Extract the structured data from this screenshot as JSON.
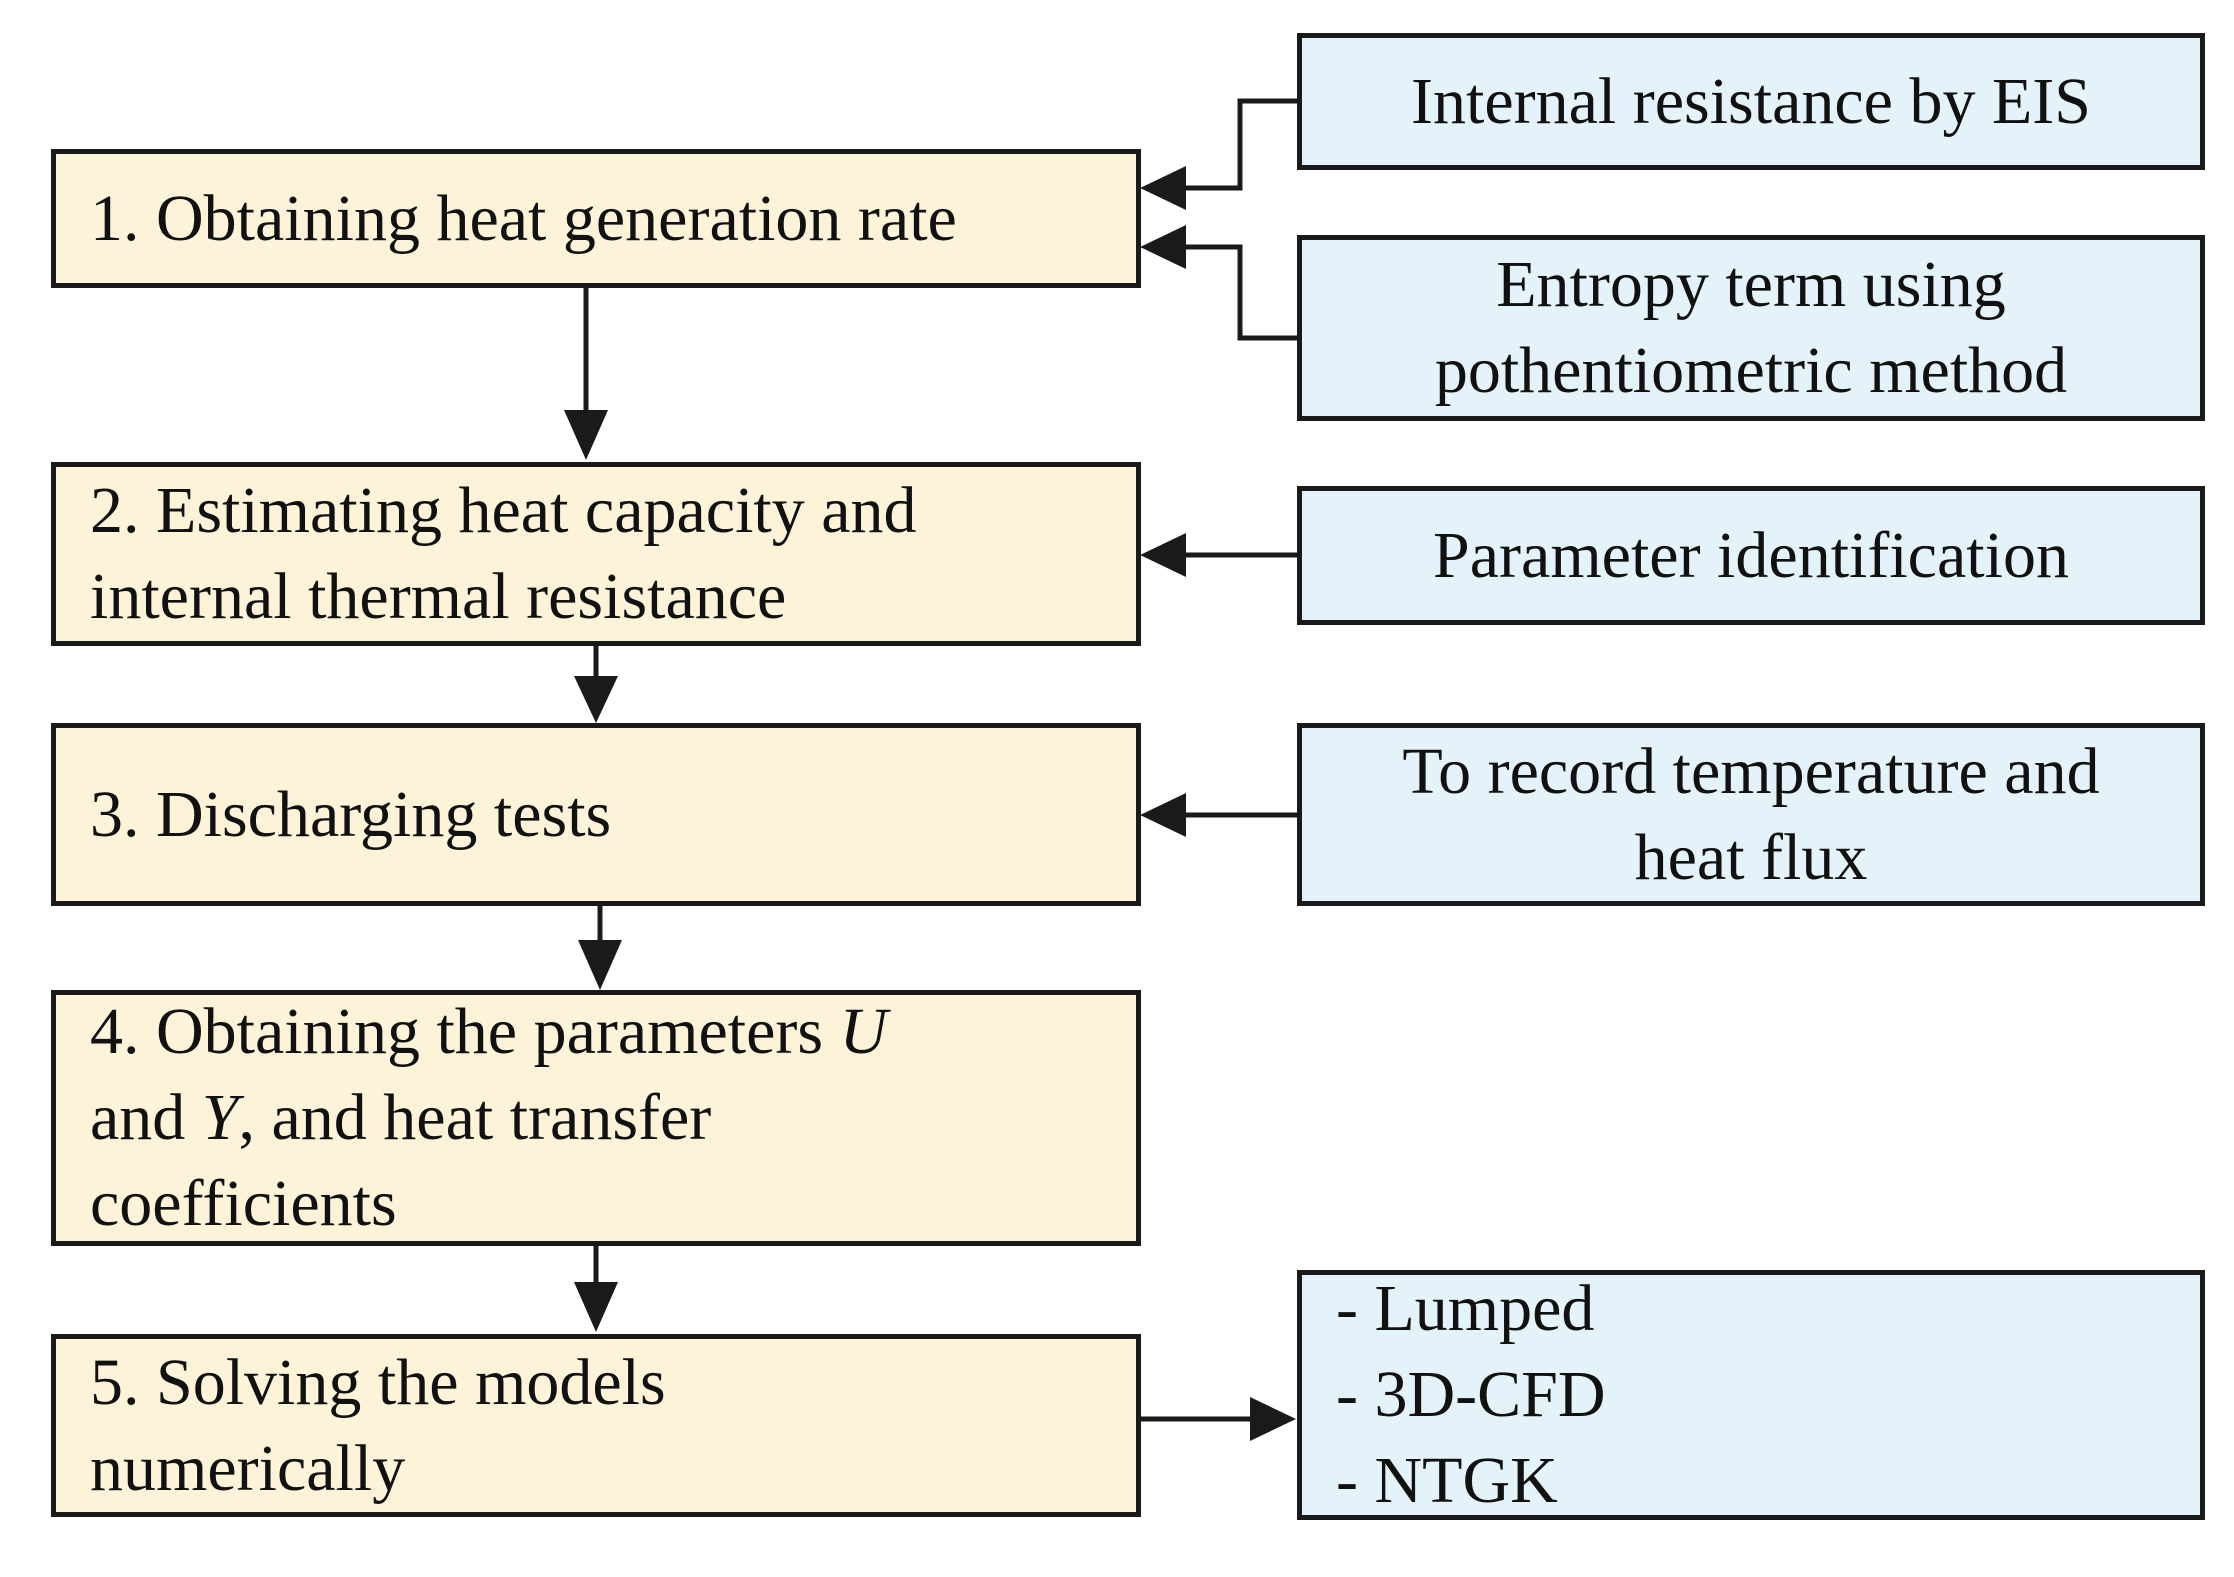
{
  "steps": [
    {
      "id": "step-1",
      "lines": [
        "1. Obtaining heat generation rate"
      ]
    },
    {
      "id": "step-2",
      "lines": [
        "2. Estimating heat capacity and",
        "internal thermal resistance"
      ]
    },
    {
      "id": "step-3",
      "lines": [
        "3. Discharging tests"
      ]
    },
    {
      "id": "step-4",
      "lines": [
        "4. Obtaining the parameters U",
        "and Y, and heat transfer",
        "coefficients"
      ]
    },
    {
      "id": "step-5",
      "lines": [
        "5. Solving the models",
        "numerically"
      ]
    }
  ],
  "inputs": [
    {
      "id": "input-eis",
      "lines": [
        "Internal resistance by EIS"
      ]
    },
    {
      "id": "input-entropy",
      "lines": [
        "Entropy term using",
        "pothentiometric method"
      ]
    },
    {
      "id": "input-parameter",
      "lines": [
        "Parameter identification"
      ]
    },
    {
      "id": "input-record",
      "lines": [
        "To record temperature and",
        "heat flux"
      ]
    }
  ],
  "outputs": {
    "id": "output-models",
    "lines": [
      "- Lumped",
      "- 3D-CFD",
      "- NTGK"
    ]
  },
  "colors": {
    "step_fill": "#fdf3d9",
    "input_fill": "#e4f2f9",
    "stroke": "#1a1a1a"
  }
}
